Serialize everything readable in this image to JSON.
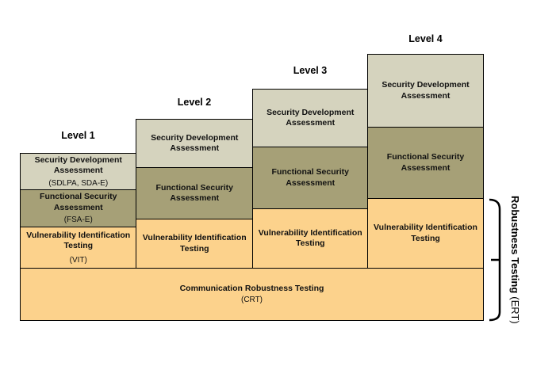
{
  "colors": {
    "sda": "#D5D3BE",
    "fsa": "#A6A077",
    "vit": "#FCD28C",
    "border": "#000000",
    "text": "#111111"
  },
  "diagram": {
    "levels": [
      {
        "label": "Level 1",
        "blocks": [
          {
            "title": "Security Development Assessment",
            "abbr": "(SDLPA, SDA-E)"
          },
          {
            "title": "Functional Security Assessment",
            "abbr": "(FSA-E)"
          },
          {
            "title": "Vulnerability Identification Testing",
            "abbr": "(VIT)"
          }
        ]
      },
      {
        "label": "Level 2",
        "blocks": [
          {
            "title": "Security Development Assessment"
          },
          {
            "title": "Functional Security Assessment"
          },
          {
            "title": "Vulnerability Identification Testing"
          }
        ]
      },
      {
        "label": "Level 3",
        "blocks": [
          {
            "title": "Security Development Assessment"
          },
          {
            "title": "Functional Security Assessment"
          },
          {
            "title": "Vulnerability Identification Testing"
          }
        ]
      },
      {
        "label": "Level 4",
        "blocks": [
          {
            "title": "Security Development Assessment"
          },
          {
            "title": "Functional Security Assessment"
          },
          {
            "title": "Vulnerability Identification Testing"
          }
        ]
      }
    ],
    "crt": {
      "title": "Communication Robustness Testing",
      "abbr": "(CRT)"
    },
    "bracket": {
      "label": "Robustness Testing",
      "abbr": "(ERT)"
    }
  }
}
